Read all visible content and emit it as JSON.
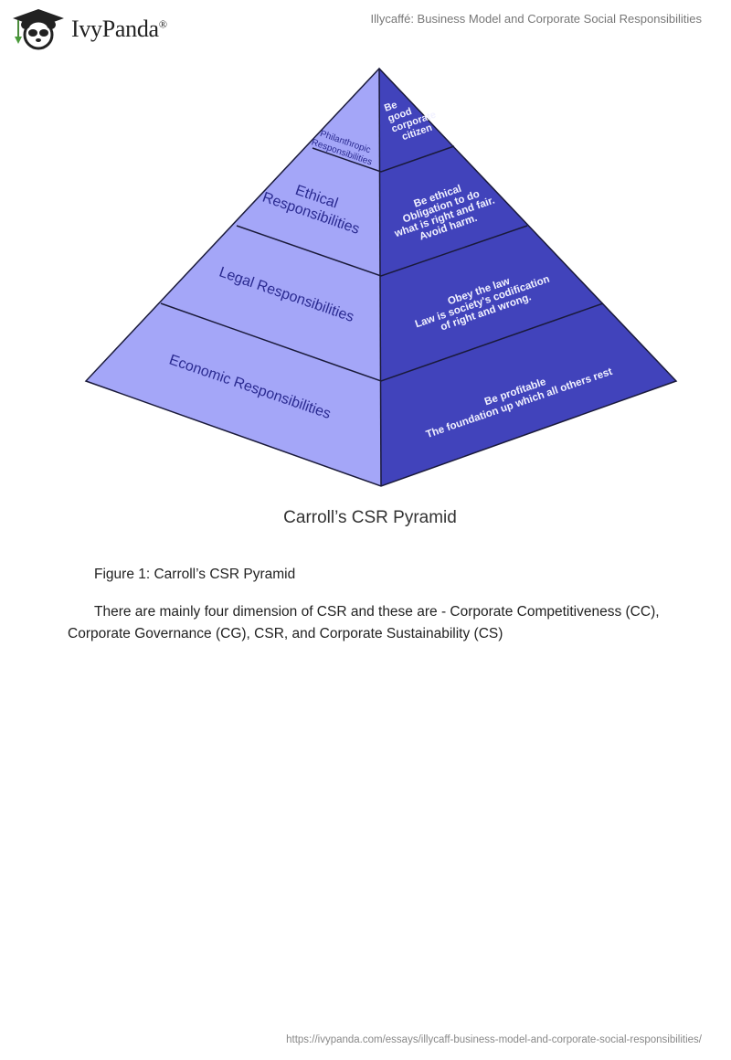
{
  "header": {
    "logo_text": "IvyPanda",
    "logo_mark": "®",
    "doc_title": "Illycaffé: Business Model and Corporate Social Responsibilities"
  },
  "figure": {
    "levels": [
      {
        "left": [
          "Philanthropic",
          "Responsibilities"
        ],
        "right": [
          "Be",
          "good",
          "corporate",
          "citizen"
        ]
      },
      {
        "left": [
          "Ethical",
          "Responsibilities"
        ],
        "right": [
          "Be ethical",
          "Obligation to do",
          "what is right and fair.",
          "Avoid harm."
        ]
      },
      {
        "left": [
          "Legal Responsibilities"
        ],
        "right": [
          "Obey the law",
          "Law is society's codification",
          "of right and wrong."
        ]
      },
      {
        "left": [
          "Economic Responsibilities"
        ],
        "right": [
          "Be profitable",
          "The foundation up which all others rest"
        ]
      }
    ],
    "image_caption": "Carroll’s CSR Pyramid",
    "colors": {
      "left_face": "#a4a6f8",
      "right_face": "#4143bb",
      "line": "#1a1a3a"
    }
  },
  "body": {
    "figure_caption": "Figure 1: Carroll’s CSR Pyramid",
    "paragraph": "There are mainly four dimension of CSR and these are - Corporate Competitiveness (CC), Corporate Governance (CG), CSR, and Corporate Sustainability (CS)"
  },
  "footer": {
    "url": "https://ivypanda.com/essays/illycaff-business-model-and-corporate-social-responsibilities/"
  }
}
